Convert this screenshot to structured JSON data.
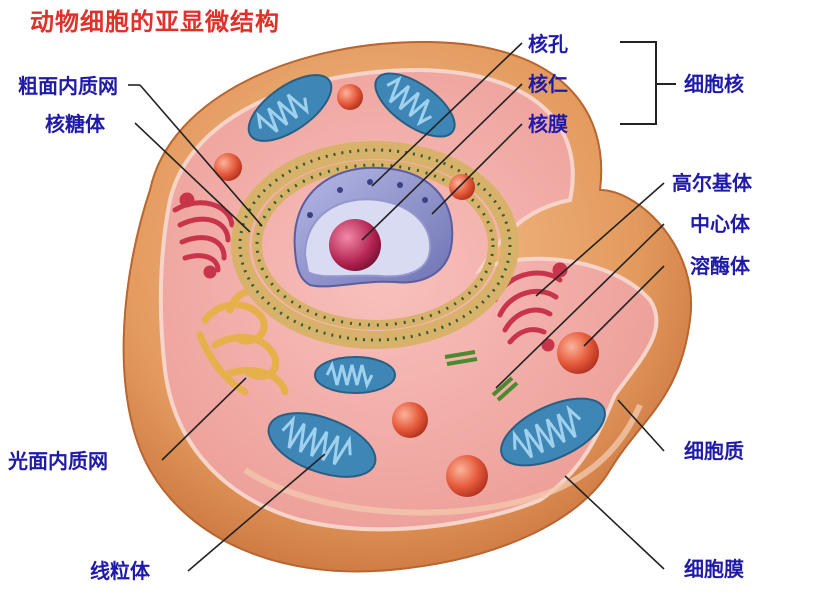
{
  "title": "动物细胞的亚显微结构",
  "labels": {
    "nuclear_pore": "核孔",
    "nucleolus": "核仁",
    "nuclear_membrane": "核膜",
    "nucleus": "细胞核",
    "rough_er": "粗面内质网",
    "ribosome": "核糖体",
    "golgi": "高尔基体",
    "centrosome": "中心体",
    "lysosome": "溶酶体",
    "smooth_er": "光面内质网",
    "cytoplasm": "细胞质",
    "mitochondrion": "线粒体",
    "cell_membrane": "细胞膜"
  },
  "colors": {
    "title": "#e0302a",
    "label": "#1f1aa8",
    "cytoplasm": "#f2a5a0",
    "membrane": "#e9a36b",
    "mitochondria": "#3d86b5",
    "golgi": "#c8344a",
    "nucleus": "#8b8fc9"
  }
}
